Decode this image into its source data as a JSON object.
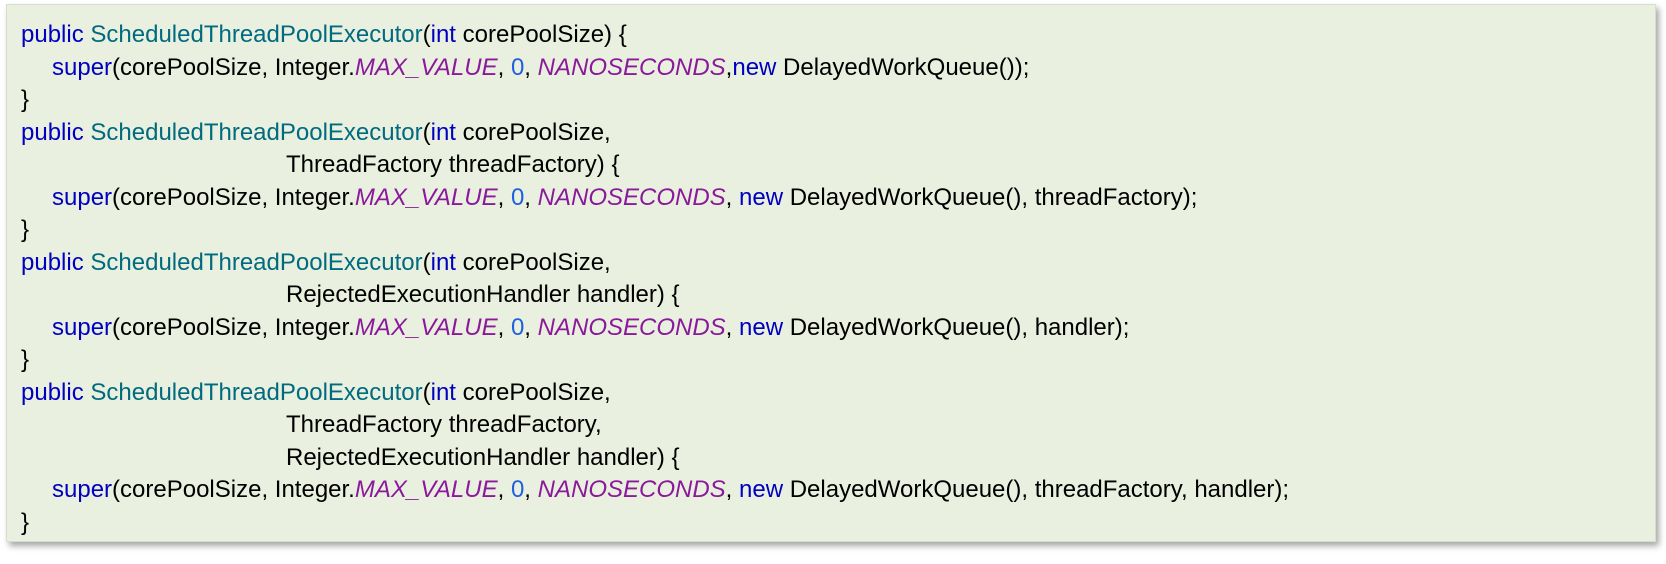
{
  "code": {
    "lines": [
      {
        "indent": 0,
        "tokens": [
          {
            "t": "public",
            "c": "kw"
          },
          {
            "t": " ",
            "c": "plain"
          },
          {
            "t": "ScheduledThreadPoolExecutor",
            "c": "cls"
          },
          {
            "t": "(",
            "c": "plain"
          },
          {
            "t": "int",
            "c": "kw"
          },
          {
            "t": " corePoolSize) {",
            "c": "plain"
          }
        ]
      },
      {
        "indent": 1,
        "tokens": [
          {
            "t": "super",
            "c": "kw"
          },
          {
            "t": "(corePoolSize, Integer.",
            "c": "plain"
          },
          {
            "t": "MAX_VALUE",
            "c": "const"
          },
          {
            "t": ", ",
            "c": "plain"
          },
          {
            "t": "0",
            "c": "num"
          },
          {
            "t": ", ",
            "c": "plain"
          },
          {
            "t": "NANOSECONDS",
            "c": "const"
          },
          {
            "t": ",",
            "c": "plain"
          },
          {
            "t": "new",
            "c": "kw"
          },
          {
            "t": " DelayedWorkQueue());",
            "c": "plain"
          }
        ]
      },
      {
        "indent": 0,
        "tokens": [
          {
            "t": "}",
            "c": "plain"
          }
        ]
      },
      {
        "indent": 0,
        "tokens": [
          {
            "t": "public",
            "c": "kw"
          },
          {
            "t": " ",
            "c": "plain"
          },
          {
            "t": "ScheduledThreadPoolExecutor",
            "c": "cls"
          },
          {
            "t": "(",
            "c": "plain"
          },
          {
            "t": "int",
            "c": "kw"
          },
          {
            "t": " corePoolSize,",
            "c": "plain"
          }
        ]
      },
      {
        "indent": 2,
        "tokens": [
          {
            "t": "ThreadFactory threadFactory) {",
            "c": "plain"
          }
        ]
      },
      {
        "indent": 1,
        "tokens": [
          {
            "t": "super",
            "c": "kw"
          },
          {
            "t": "(corePoolSize, Integer.",
            "c": "plain"
          },
          {
            "t": "MAX_VALUE",
            "c": "const"
          },
          {
            "t": ", ",
            "c": "plain"
          },
          {
            "t": "0",
            "c": "num"
          },
          {
            "t": ", ",
            "c": "plain"
          },
          {
            "t": "NANOSECONDS",
            "c": "const"
          },
          {
            "t": ", ",
            "c": "plain"
          },
          {
            "t": "new",
            "c": "kw"
          },
          {
            "t": " DelayedWorkQueue(), threadFactory);",
            "c": "plain"
          }
        ]
      },
      {
        "indent": 0,
        "tokens": [
          {
            "t": "}",
            "c": "plain"
          }
        ]
      },
      {
        "indent": 0,
        "tokens": [
          {
            "t": "public",
            "c": "kw"
          },
          {
            "t": " ",
            "c": "plain"
          },
          {
            "t": "ScheduledThreadPoolExecutor",
            "c": "cls"
          },
          {
            "t": "(",
            "c": "plain"
          },
          {
            "t": "int",
            "c": "kw"
          },
          {
            "t": " corePoolSize,",
            "c": "plain"
          }
        ]
      },
      {
        "indent": 2,
        "tokens": [
          {
            "t": "RejectedExecutionHandler handler) {",
            "c": "plain"
          }
        ]
      },
      {
        "indent": 1,
        "tokens": [
          {
            "t": "super",
            "c": "kw"
          },
          {
            "t": "(corePoolSize, Integer.",
            "c": "plain"
          },
          {
            "t": "MAX_VALUE",
            "c": "const"
          },
          {
            "t": ", ",
            "c": "plain"
          },
          {
            "t": "0",
            "c": "num"
          },
          {
            "t": ", ",
            "c": "plain"
          },
          {
            "t": "NANOSECONDS",
            "c": "const"
          },
          {
            "t": ", ",
            "c": "plain"
          },
          {
            "t": "new",
            "c": "kw"
          },
          {
            "t": " DelayedWorkQueue(), handler);",
            "c": "plain"
          }
        ]
      },
      {
        "indent": 0,
        "tokens": [
          {
            "t": "}",
            "c": "plain"
          }
        ]
      },
      {
        "indent": 0,
        "tokens": [
          {
            "t": "public",
            "c": "kw"
          },
          {
            "t": " ",
            "c": "plain"
          },
          {
            "t": "ScheduledThreadPoolExecutor",
            "c": "cls"
          },
          {
            "t": "(",
            "c": "plain"
          },
          {
            "t": "int",
            "c": "kw"
          },
          {
            "t": " corePoolSize,",
            "c": "plain"
          }
        ]
      },
      {
        "indent": 2,
        "tokens": [
          {
            "t": "ThreadFactory threadFactory,",
            "c": "plain"
          }
        ]
      },
      {
        "indent": 2,
        "tokens": [
          {
            "t": "RejectedExecutionHandler handler) {",
            "c": "plain"
          }
        ]
      },
      {
        "indent": 1,
        "tokens": [
          {
            "t": "super",
            "c": "kw"
          },
          {
            "t": "(corePoolSize, Integer.",
            "c": "plain"
          },
          {
            "t": "MAX_VALUE",
            "c": "const"
          },
          {
            "t": ", ",
            "c": "plain"
          },
          {
            "t": "0",
            "c": "num"
          },
          {
            "t": ", ",
            "c": "plain"
          },
          {
            "t": "NANOSECONDS",
            "c": "const"
          },
          {
            "t": ", ",
            "c": "plain"
          },
          {
            "t": "new",
            "c": "kw"
          },
          {
            "t": " DelayedWorkQueue(), threadFactory, handler);",
            "c": "plain"
          }
        ]
      },
      {
        "indent": 0,
        "tokens": [
          {
            "t": "}",
            "c": "plain"
          }
        ]
      }
    ]
  },
  "colors": {
    "background": "#eaf0df",
    "keyword": "#0000c0",
    "class_name": "#006b7f",
    "constant": "#8a1a9b",
    "number": "#1f5fe0",
    "text": "#000000"
  }
}
